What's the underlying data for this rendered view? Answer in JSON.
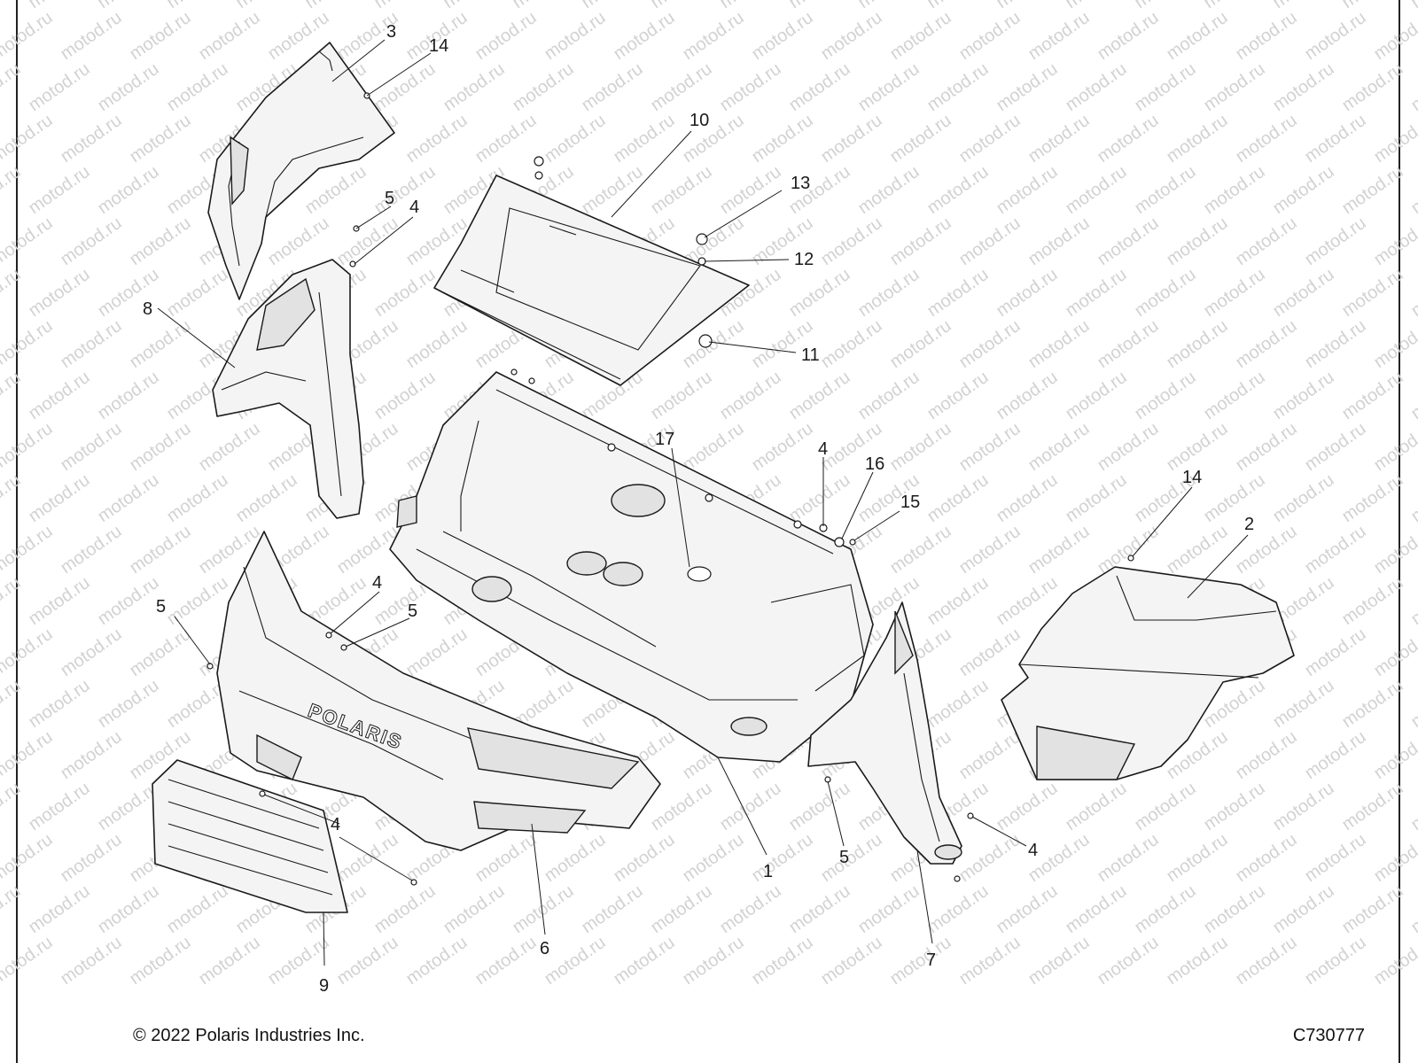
{
  "watermark": "motod.ru",
  "footer": {
    "copyright": "© 2022 Polaris Industries Inc.",
    "drawing_code": "C730777"
  },
  "embossed_text": "POLARIS",
  "callouts": [
    {
      "id": "c-3",
      "label": "3"
    },
    {
      "id": "c-14a",
      "label": "14"
    },
    {
      "id": "c-10",
      "label": "10"
    },
    {
      "id": "c-13",
      "label": "13"
    },
    {
      "id": "c-12",
      "label": "12"
    },
    {
      "id": "c-11",
      "label": "11"
    },
    {
      "id": "c-5a",
      "label": "5"
    },
    {
      "id": "c-4a",
      "label": "4"
    },
    {
      "id": "c-8",
      "label": "8"
    },
    {
      "id": "c-17",
      "label": "17"
    },
    {
      "id": "c-4b",
      "label": "4"
    },
    {
      "id": "c-16",
      "label": "16"
    },
    {
      "id": "c-15",
      "label": "15"
    },
    {
      "id": "c-14b",
      "label": "14"
    },
    {
      "id": "c-2",
      "label": "2"
    },
    {
      "id": "c-4c",
      "label": "4"
    },
    {
      "id": "c-5b",
      "label": "5"
    },
    {
      "id": "c-5c",
      "label": "5"
    },
    {
      "id": "c-4d",
      "label": "4"
    },
    {
      "id": "c-1",
      "label": "1"
    },
    {
      "id": "c-5d",
      "label": "5"
    },
    {
      "id": "c-4e",
      "label": "4"
    },
    {
      "id": "c-6",
      "label": "6"
    },
    {
      "id": "c-7",
      "label": "7"
    },
    {
      "id": "c-9",
      "label": "9"
    }
  ]
}
